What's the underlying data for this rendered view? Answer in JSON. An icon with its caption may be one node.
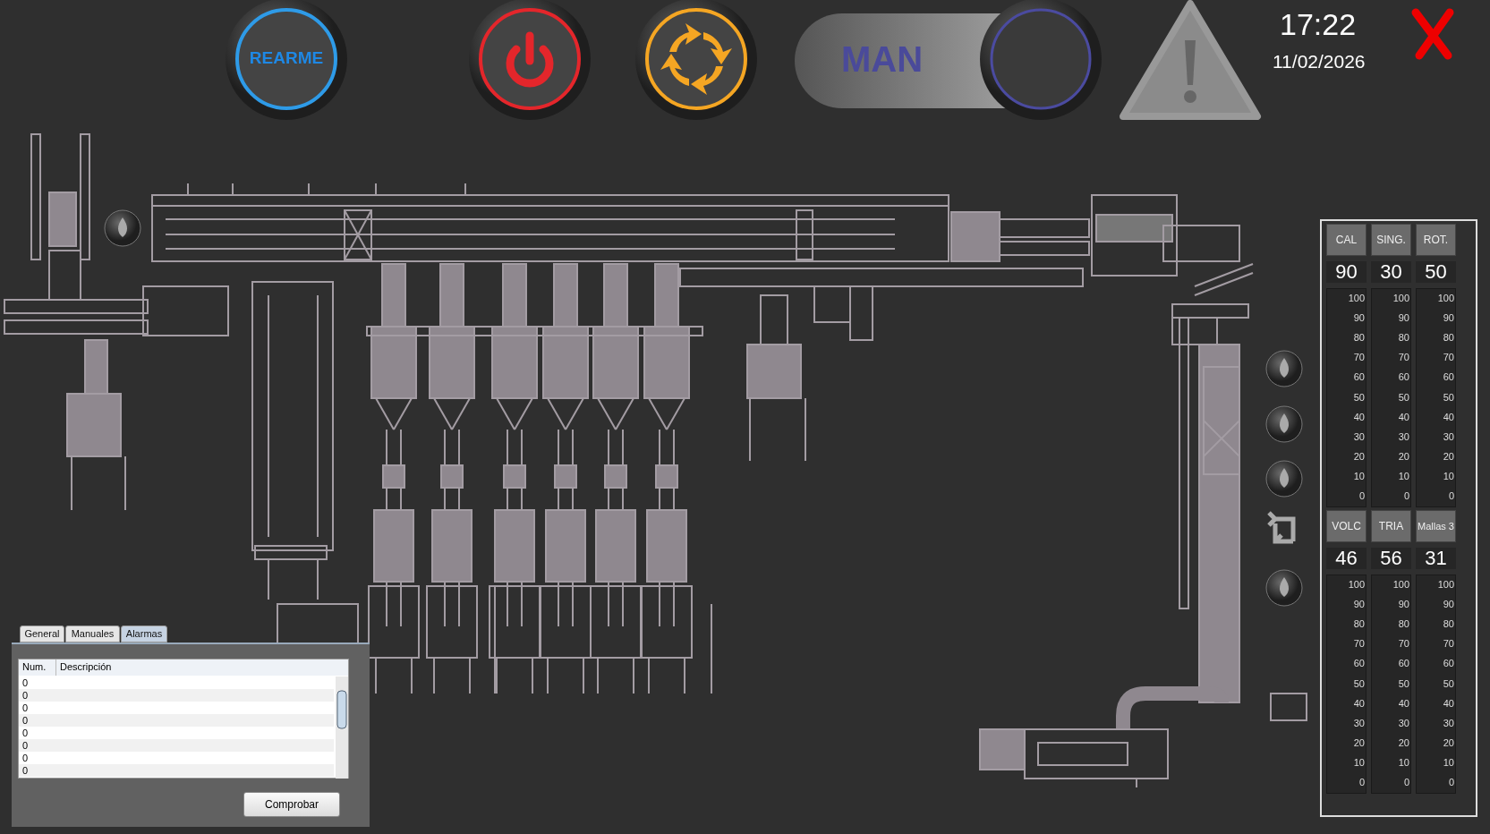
{
  "diagram": {
    "labels": [
      "REARME",
      "MAN",
      "17:22",
      "11/02/2026",
      "CAL",
      "SING.",
      "ROT.",
      "90",
      "30",
      "50",
      "100",
      "90",
      "80",
      "70",
      "60",
      "50",
      "40",
      "30",
      "20",
      "10",
      "0",
      "100",
      "90",
      "80",
      "70",
      "60",
      "50",
      "40",
      "30",
      "20",
      "10",
      "0",
      "100",
      "90",
      "80",
      "70",
      "60",
      "50",
      "40",
      "30",
      "20",
      "10",
      "0",
      "VOLC",
      "TRIA",
      "Mallas 3",
      "46",
      "56",
      "31",
      "100",
      "90",
      "80",
      "70",
      "60",
      "50",
      "40",
      "30",
      "20",
      "10",
      "0",
      "100",
      "90",
      "80",
      "70",
      "60",
      "50",
      "40",
      "30",
      "20",
      "10",
      "0",
      "100",
      "90",
      "80",
      "70",
      "60",
      "50",
      "40",
      "30",
      "20",
      "10",
      "0",
      "General",
      "Manuales",
      "Alarmas",
      "Num.",
      "Descripción",
      "0",
      "0",
      "0",
      "0",
      "0",
      "0",
      "0",
      "0",
      "Comprobar"
    ]
  }
}
